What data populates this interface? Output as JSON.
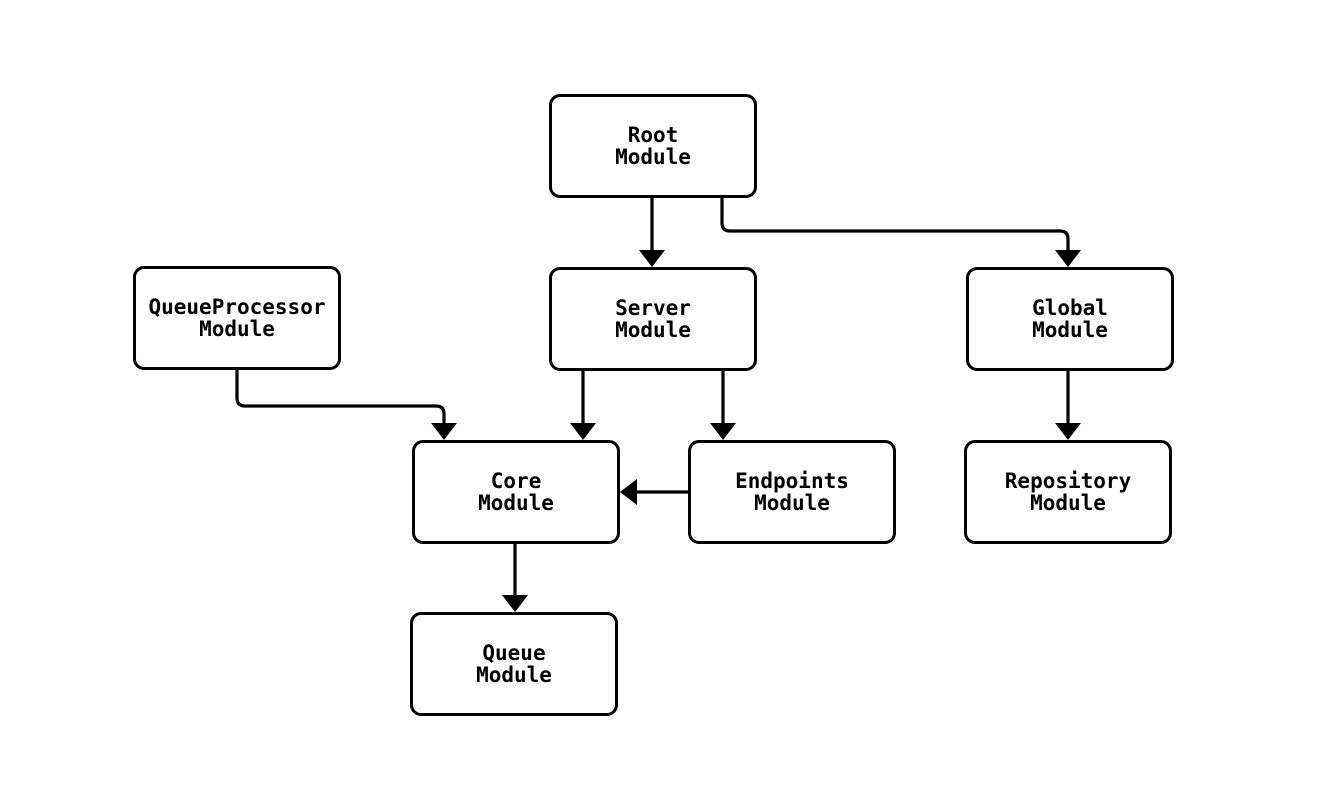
{
  "diagram": {
    "background_color": "#ffffff",
    "line_color": "#000000",
    "text_color": "#000000",
    "node_fill_color": "#ffffff",
    "nodes": [
      {
        "id": "root",
        "label": "Root\nModule"
      },
      {
        "id": "queueprocessor",
        "label": "QueueProcessor\nModule"
      },
      {
        "id": "server",
        "label": "Server\nModule"
      },
      {
        "id": "global",
        "label": "Global\nModule"
      },
      {
        "id": "core",
        "label": "Core\nModule"
      },
      {
        "id": "endpoints",
        "label": "Endpoints\nModule"
      },
      {
        "id": "repository",
        "label": "Repository\nModule"
      },
      {
        "id": "queue",
        "label": "Queue\nModule"
      }
    ],
    "edges": [
      {
        "from": "root",
        "to": "server"
      },
      {
        "from": "root",
        "to": "global"
      },
      {
        "from": "queueprocessor",
        "to": "core"
      },
      {
        "from": "server",
        "to": "core"
      },
      {
        "from": "server",
        "to": "endpoints"
      },
      {
        "from": "endpoints",
        "to": "core"
      },
      {
        "from": "core",
        "to": "queue"
      },
      {
        "from": "global",
        "to": "repository"
      }
    ]
  }
}
